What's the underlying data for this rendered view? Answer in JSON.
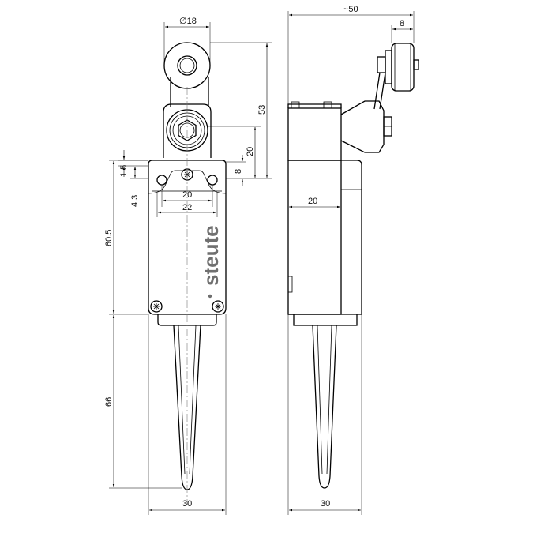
{
  "dimensions": {
    "roller_diameter": "∅18",
    "overall_depth": "~50",
    "roller_width": "8",
    "lever_height": "53",
    "hub_height": "20",
    "offset_8": "8",
    "offset_1_5": "1.5",
    "offset_4_3": "4.3",
    "hole_spacing": "20",
    "flange_width": "22",
    "body_height": "60.5",
    "side_depth": "20",
    "boot_length": "66",
    "front_width": "30",
    "side_width": "30"
  },
  "brand": "steute"
}
